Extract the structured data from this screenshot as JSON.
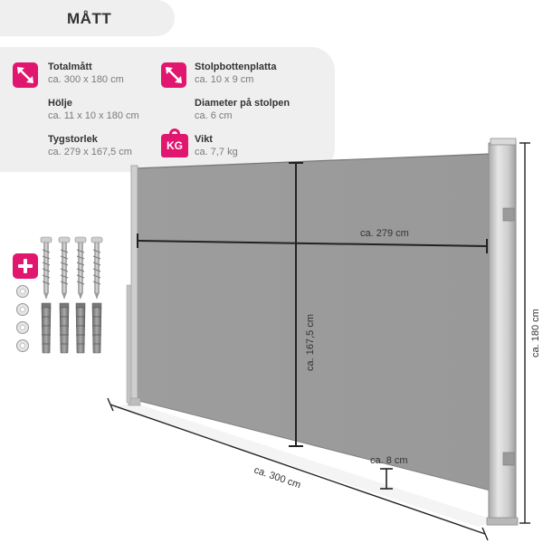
{
  "header": {
    "title": "MÅTT"
  },
  "specs": {
    "total": {
      "label": "Totalmått",
      "value": "ca. 300 x 180 cm"
    },
    "housing": {
      "label": "Hölje",
      "value": "ca. 11 x 10 x 180 cm"
    },
    "fabric": {
      "label": "Tygstorlek",
      "value": "ca. 279 x 167,5 cm"
    },
    "baseplate": {
      "label": "Stolpbottenplatta",
      "value": "ca. 10 x 9 cm"
    },
    "post_diameter": {
      "label": "Diameter på stolpen",
      "value": "ca. 6 cm"
    },
    "weight": {
      "label": "Vikt",
      "value": "ca. 7,7 kg"
    }
  },
  "icons": {
    "total": "resize-diagonal-icon",
    "baseplate": "resize-diagonal-icon",
    "weight": "kg-weight-icon",
    "kg_text": "KG",
    "accessories": "plus-icon"
  },
  "dimensions": {
    "fabric_width": "ca. 279 cm",
    "fabric_height": "ca. 167,5 cm",
    "total_height": "ca. 180 cm",
    "total_length": "ca. 300 cm",
    "ground_gap": "ca. 8 cm"
  },
  "colors": {
    "accent": "#e1166e",
    "fabric": "#9b9b9b",
    "panel_bg": "#efefef",
    "post": "#c8c8c8"
  }
}
